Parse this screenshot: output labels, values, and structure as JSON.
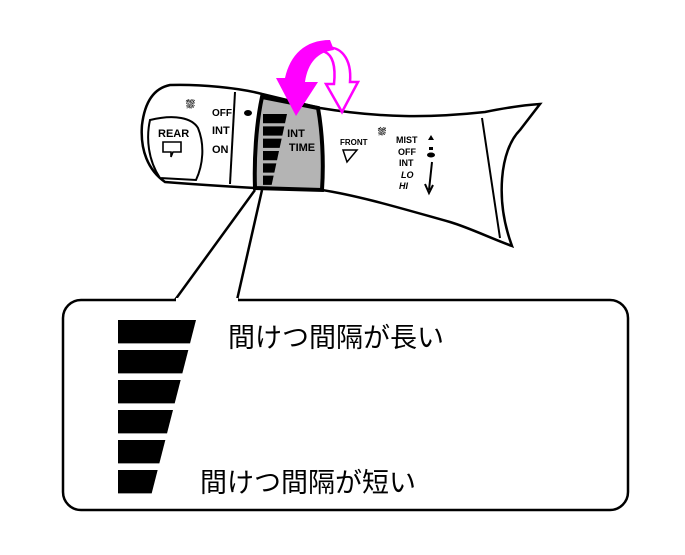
{
  "stalk": {
    "rear_switch": {
      "label": "REAR",
      "positions": [
        "OFF",
        "INT",
        "ON"
      ]
    },
    "knob": {
      "label_line1": "INT",
      "label_line2": "TIME",
      "steps": 6
    },
    "front": {
      "label": "FRONT",
      "positions": [
        "MIST",
        "OFF",
        "INT",
        "LO",
        "HI"
      ]
    }
  },
  "callout": {
    "long_interval": "間けつ間隔が長い",
    "short_interval": "間けつ間隔が短い",
    "steps": 6
  },
  "colors": {
    "arrow": "#ff00ff",
    "knob": "#b4b4b4"
  }
}
